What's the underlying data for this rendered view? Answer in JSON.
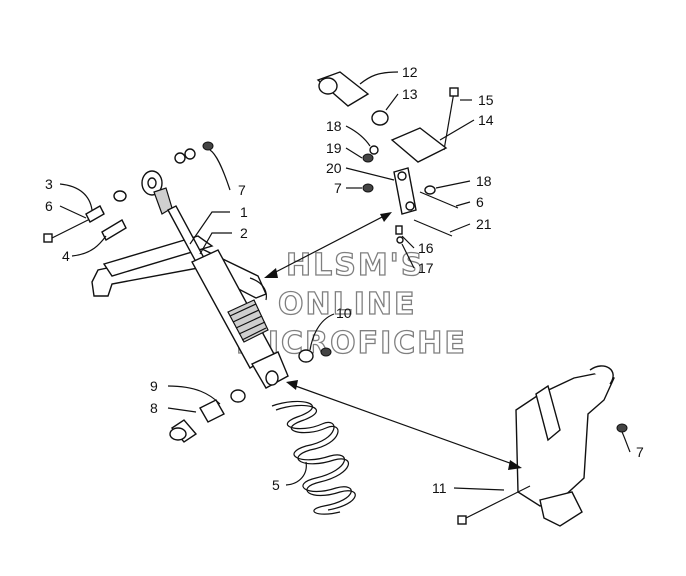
{
  "watermark": {
    "line1": "HLSM'S",
    "line2": "ONLINE",
    "line3": "MICROFICHE"
  },
  "callouts": [
    {
      "id": "c1",
      "text": "1"
    },
    {
      "id": "c2",
      "text": "2"
    },
    {
      "id": "c3",
      "text": "3"
    },
    {
      "id": "c4",
      "text": "4"
    },
    {
      "id": "c5",
      "text": "5"
    },
    {
      "id": "c6a",
      "text": "6"
    },
    {
      "id": "c6b",
      "text": "6"
    },
    {
      "id": "c7a",
      "text": "7"
    },
    {
      "id": "c7b",
      "text": "7"
    },
    {
      "id": "c7c",
      "text": "7"
    },
    {
      "id": "c8",
      "text": "8"
    },
    {
      "id": "c9",
      "text": "9"
    },
    {
      "id": "c10",
      "text": "10"
    },
    {
      "id": "c11",
      "text": "11"
    },
    {
      "id": "c12",
      "text": "12"
    },
    {
      "id": "c13",
      "text": "13"
    },
    {
      "id": "c14",
      "text": "14"
    },
    {
      "id": "c15",
      "text": "15"
    },
    {
      "id": "c16",
      "text": "16"
    },
    {
      "id": "c17",
      "text": "17"
    },
    {
      "id": "c18a",
      "text": "18"
    },
    {
      "id": "c18b",
      "text": "18"
    },
    {
      "id": "c19",
      "text": "19"
    },
    {
      "id": "c20",
      "text": "20"
    },
    {
      "id": "c21",
      "text": "21"
    }
  ]
}
